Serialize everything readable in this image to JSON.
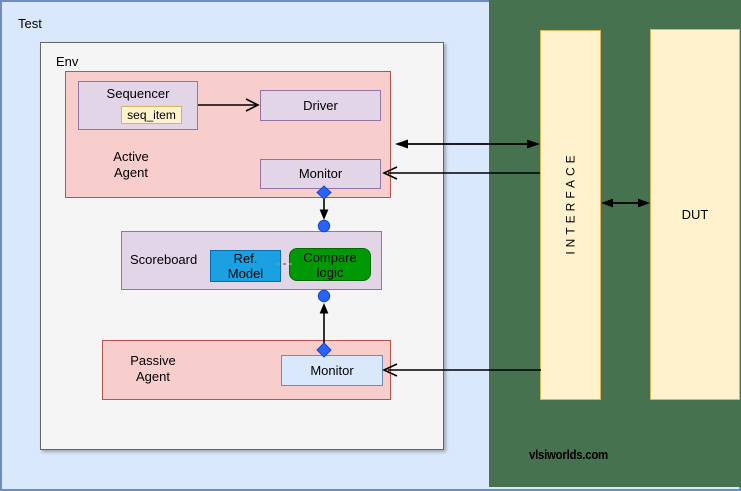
{
  "test": {
    "label": "Test"
  },
  "env": {
    "label": "Env"
  },
  "active_agent": {
    "label": "Active\nAgent",
    "sequencer": "Sequencer",
    "seq_item": "seq_item",
    "driver": "Driver",
    "monitor": "Monitor"
  },
  "scoreboard": {
    "label": "Scoreboard",
    "ref_model": "Ref.\nModel",
    "compare_logic": "Compare\nlogic"
  },
  "passive_agent": {
    "label": "Passive\nAgent",
    "monitor": "Monitor"
  },
  "interface": {
    "label": "INTERFACE"
  },
  "dut": {
    "label": "DUT"
  },
  "watermark": "vlsiworlds.com",
  "colors": {
    "test_fill": "#dae8fc",
    "test_stroke": "#6c8ebf",
    "env_fill": "#f5f5f5",
    "env_stroke": "#666666",
    "agent_fill": "#f8cecc",
    "agent_stroke": "#b85450",
    "component_fill": "#e1d5e7",
    "component_stroke": "#9673a6",
    "item_fill": "#fff2cc",
    "item_stroke": "#d6b656",
    "ref_model_fill": "#1ba1e2",
    "compare_logic_fill": "#009905",
    "connector_blue": "#2962ff",
    "panel_green": "#477250"
  }
}
